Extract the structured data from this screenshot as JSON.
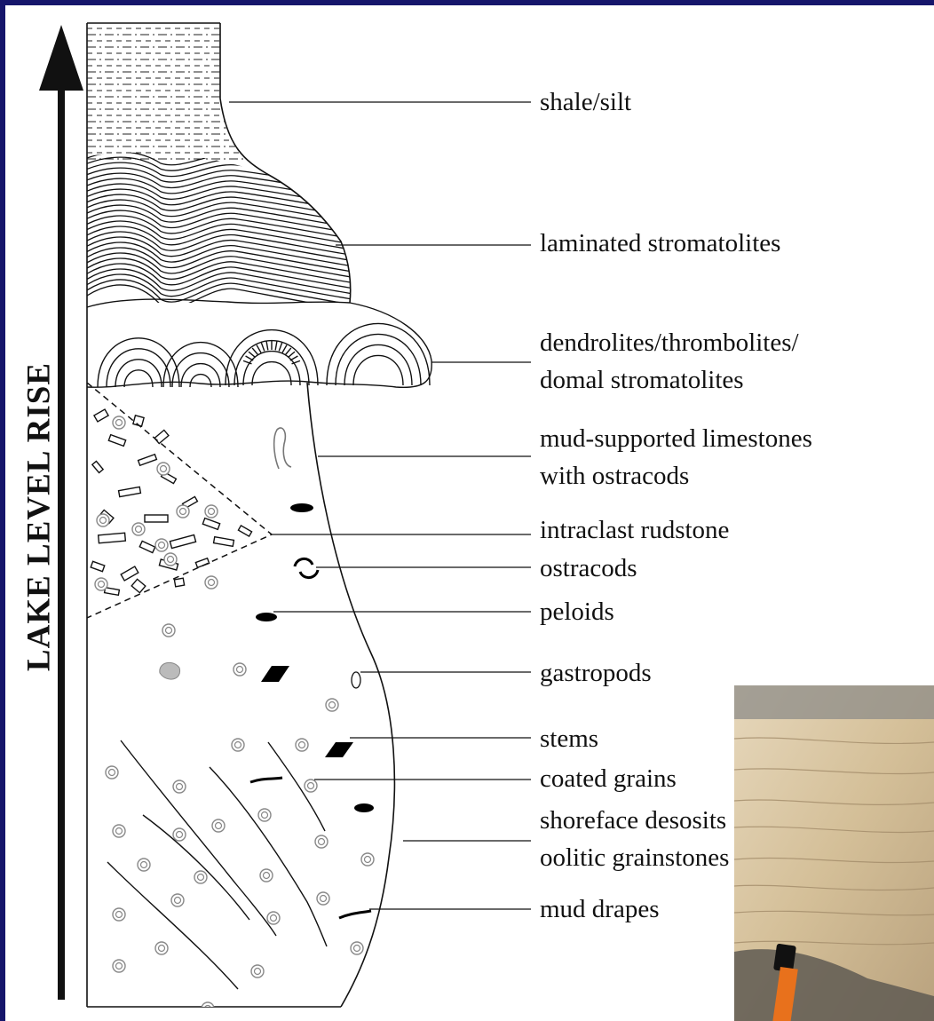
{
  "axis_label": "LAKE LEVEL RISE",
  "labels": {
    "shale": "shale/silt",
    "laminated": "laminated stromatolites",
    "dendro_1": "dendrolites/thrombolites/",
    "dendro_2": "domal stromatolites",
    "mud_supported_1": "mud-supported limestones",
    "mud_supported_2": "with ostracods",
    "intraclast": "intraclast rudstone",
    "ostracods": "ostracods",
    "peloids": "peloids",
    "gastropods": "gastropods",
    "stems": "stems",
    "coated_grains": "coated grains",
    "shoreface_1": "shoreface desosits",
    "shoreface_2": "oolitic grainstones",
    "mud_drapes": "mud drapes"
  },
  "colors": {
    "frame": "#16166b",
    "ink": "#111111",
    "rock": "#d9c6a4",
    "marker_orange": "#e8711c"
  }
}
